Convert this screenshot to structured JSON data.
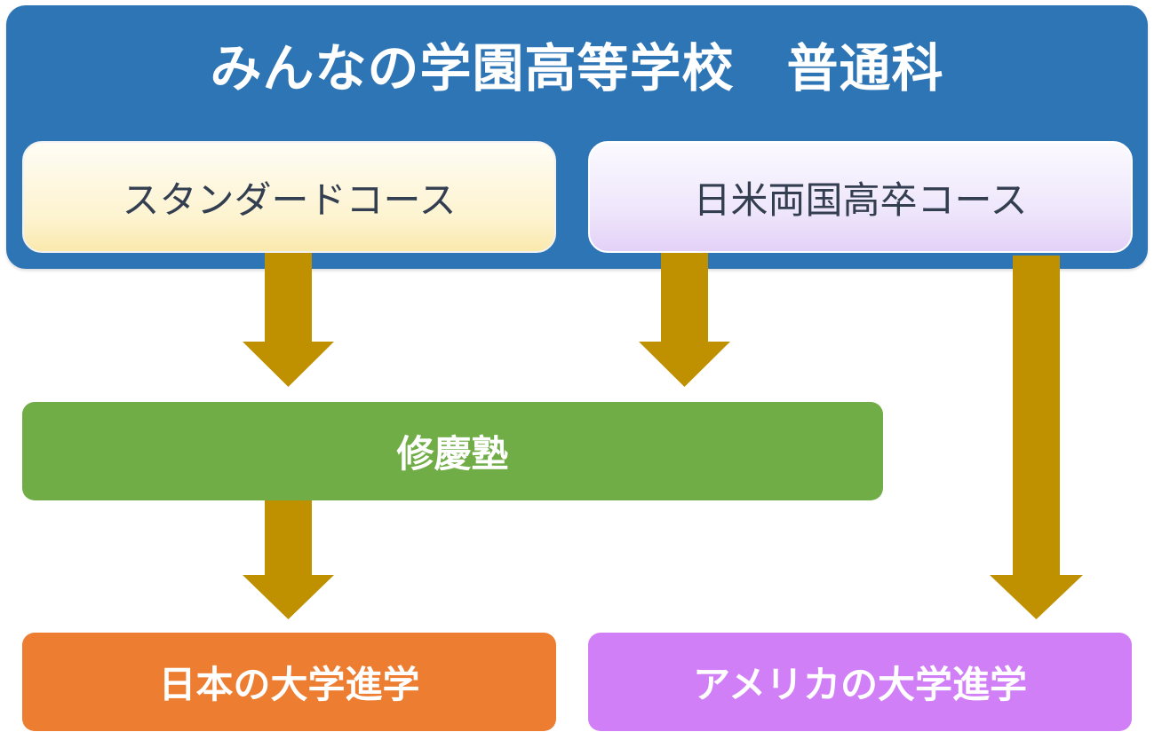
{
  "header": {
    "title": "みんなの学園高等学校　普通科"
  },
  "courses": {
    "standard": "スタンダードコース",
    "dual": "日米両国高卒コース"
  },
  "juku": {
    "label": "修慶塾"
  },
  "outcomes": {
    "japan": "日本の大学進学",
    "usa": "アメリカの大学進学"
  },
  "colors": {
    "header_bg": "#2e75b6",
    "arrow": "#bf9000",
    "juku": "#70ad47",
    "japan": "#ed7d31",
    "usa": "#d17ff7"
  }
}
